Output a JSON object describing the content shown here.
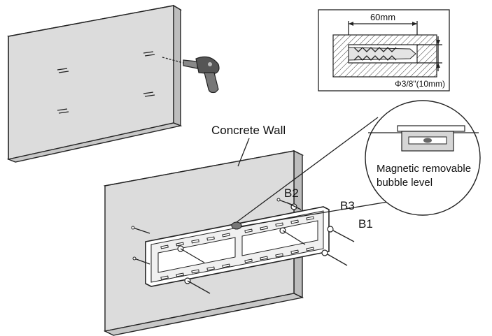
{
  "labels": {
    "concrete_wall": "Concrete Wall",
    "dimension_depth": "60mm",
    "drill_diameter": "Φ3/8\"(10mm)",
    "callout_line1": "Magnetic removable",
    "callout_line2": "bubble level",
    "bolt_b1": "B1",
    "bolt_b2": "B2",
    "bolt_b3": "B3"
  },
  "icons": {
    "drill": "power-drill-icon",
    "bubble_level": "bubble-level-icon",
    "anchor": "wall-anchor-icon",
    "lag_bolt": "lag-bolt-icon",
    "washer": "washer-icon"
  },
  "colors": {
    "wall_fill": "#dcdcdc",
    "wall_side": "#bdbdbd",
    "line": "#222222",
    "background": "#ffffff"
  }
}
